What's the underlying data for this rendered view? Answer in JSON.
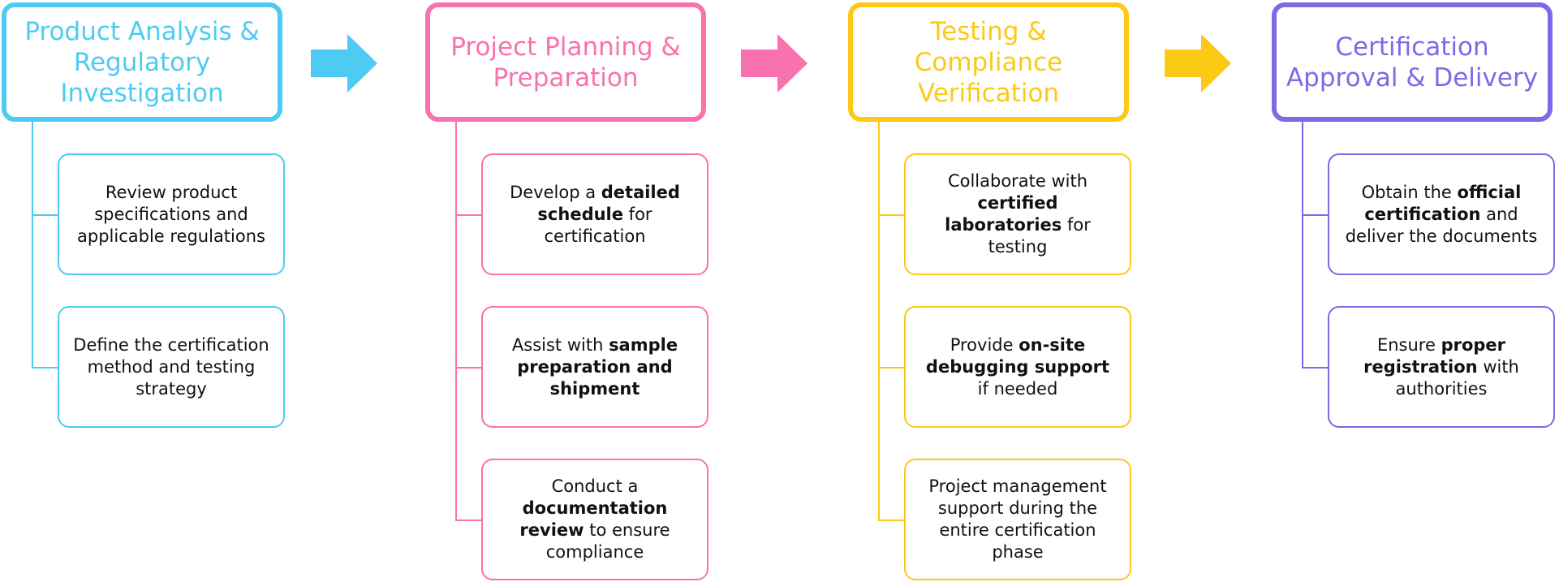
{
  "colors": {
    "phase1": "#4DCBF3",
    "phase2": "#F872AF",
    "phase3": "#FCC916",
    "phase4": "#7C6AE6"
  },
  "phases": [
    {
      "title": "Product Analysis & Regulatory Investigation",
      "steps": [
        [
          {
            "t": "Review product specifications and applicable regulations",
            "b": false
          }
        ],
        [
          {
            "t": "Define the certification method and testing strategy",
            "b": false
          }
        ]
      ]
    },
    {
      "title": "Project Planning & Preparation",
      "steps": [
        [
          {
            "t": "Develop a ",
            "b": false
          },
          {
            "t": "detailed schedule",
            "b": true
          },
          {
            "t": " for certification",
            "b": false
          }
        ],
        [
          {
            "t": "Assist with ",
            "b": false
          },
          {
            "t": "sample preparation and shipment",
            "b": true
          }
        ],
        [
          {
            "t": "Conduct a ",
            "b": false
          },
          {
            "t": "documentation review",
            "b": true
          },
          {
            "t": " to ensure compliance",
            "b": false
          }
        ]
      ]
    },
    {
      "title": "Testing & Compliance Verification",
      "steps": [
        [
          {
            "t": "Collaborate with ",
            "b": false
          },
          {
            "t": "certified laboratories",
            "b": true
          },
          {
            "t": " for testing",
            "b": false
          }
        ],
        [
          {
            "t": "Provide ",
            "b": false
          },
          {
            "t": "on-site debugging support",
            "b": true
          },
          {
            "t": " if needed",
            "b": false
          }
        ],
        [
          {
            "t": "Project management support during the entire certification phase",
            "b": false
          }
        ]
      ]
    },
    {
      "title": "Certification Approval & Delivery",
      "steps": [
        [
          {
            "t": "Obtain the ",
            "b": false
          },
          {
            "t": "official certification",
            "b": true
          },
          {
            "t": " and deliver the documents",
            "b": false
          }
        ],
        [
          {
            "t": "Ensure ",
            "b": false
          },
          {
            "t": "proper registration",
            "b": true
          },
          {
            "t": " with authorities",
            "b": false
          }
        ]
      ]
    }
  ]
}
